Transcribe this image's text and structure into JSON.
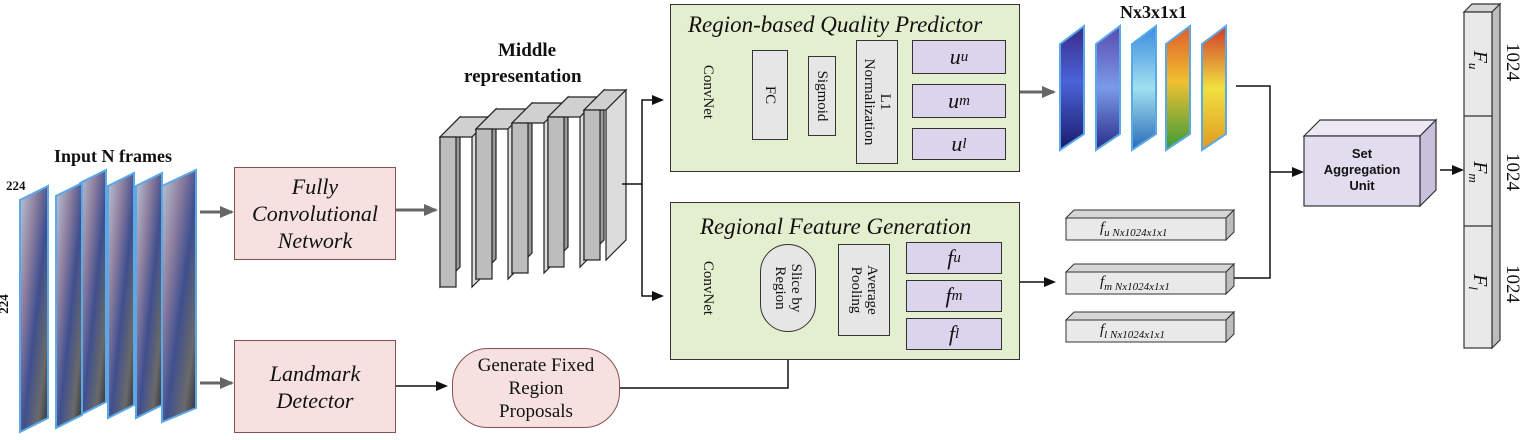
{
  "labels": {
    "input_frames": "Input N frames",
    "dim_224_top": "224",
    "dim_224_left": "224",
    "middle_rep_line1": "Middle",
    "middle_rep_line2": "representation",
    "nx3": "Nx3x1x1"
  },
  "fcn": {
    "line1": "Fully",
    "line2": "Convolutional",
    "line3": "Network"
  },
  "landmark": {
    "line1": "Landmark",
    "line2": "Detector"
  },
  "proposals": {
    "line1": "Generate Fixed",
    "line2": "Region",
    "line3": "Proposals"
  },
  "quality": {
    "title": "Region-based Quality Predictor",
    "convnet": "ConvNet",
    "fc": "FC",
    "sigmoid": "Sigmoid",
    "l1_line1": "L1",
    "l1_line2": "Normalization",
    "u_base": "u",
    "u_sub": [
      "u",
      "m",
      "l"
    ]
  },
  "regional": {
    "title": "Regional Feature Generation",
    "convnet": "ConvNet",
    "slice_line1": "Slice by",
    "slice_line2": "Region",
    "pool_line1": "Average",
    "pool_line2": "Pooling",
    "f_base": "f",
    "f_sub": [
      "u",
      "m",
      "l"
    ]
  },
  "features": {
    "base": "f",
    "subs": [
      "u Nx1024x1x1",
      "m Nx1024x1x1",
      "l Nx1024x1x1"
    ]
  },
  "set_unit": {
    "line1": "Set",
    "line2": "Aggregation",
    "line3": "Unit"
  },
  "output": {
    "base": "F",
    "subs": [
      "u",
      "m",
      "l"
    ],
    "dims": [
      "1024",
      "1024",
      "1024"
    ]
  },
  "colors": {
    "pink_box": "#f6e0e0",
    "green_panel": "#e3efcf",
    "purple_box": "#dcd4ec",
    "grey_block": "#e6e6e6",
    "set_unit": "#e2dcef"
  }
}
